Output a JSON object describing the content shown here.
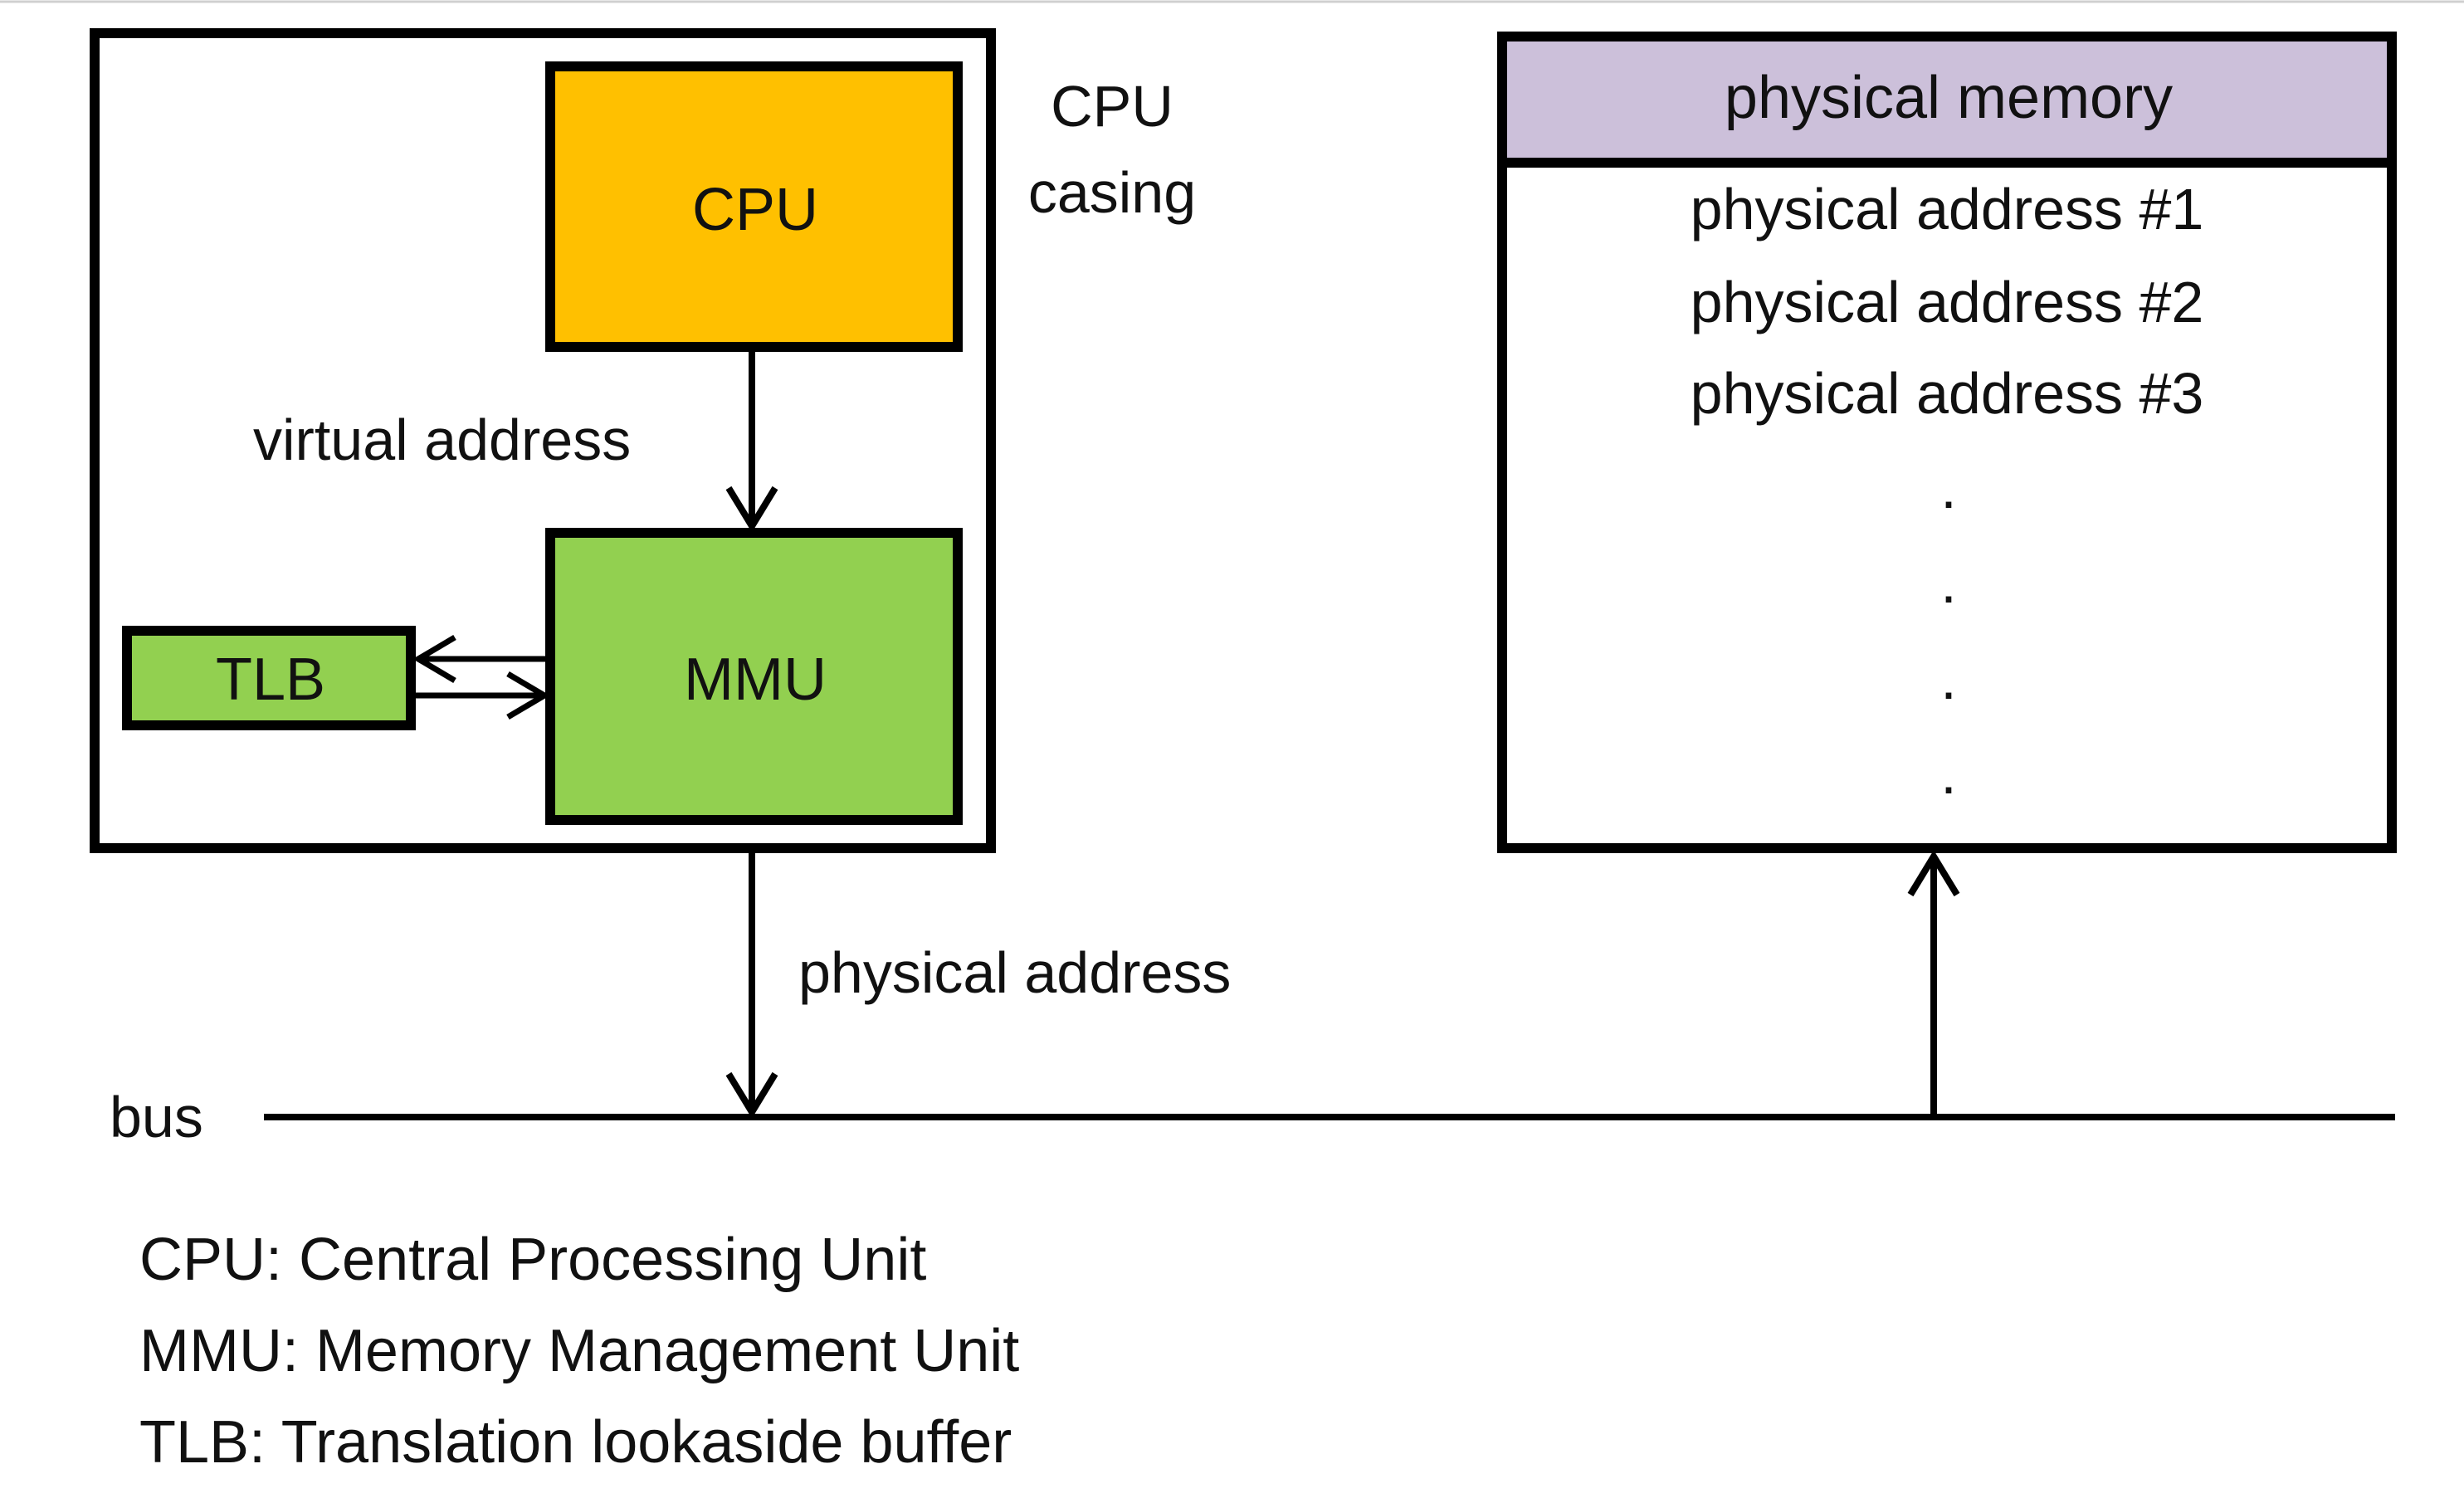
{
  "diagram": {
    "cpu_box": {
      "label": "CPU",
      "fill": "#ffc000"
    },
    "mmu_box": {
      "label": "MMU",
      "fill": "#92d050"
    },
    "tlb_box": {
      "label": "TLB",
      "fill": "#92d050"
    },
    "cpu_casing_label": {
      "line1": "CPU",
      "line2": "casing"
    },
    "virtual_address_label": "virtual address",
    "physical_address_label": "physical address",
    "bus_label": "bus",
    "physical_memory": {
      "header": "physical memory",
      "header_fill": "#ccc0da",
      "entries": [
        "physical address #1",
        "physical address #2",
        "physical address #3"
      ],
      "ellipsis": [
        ".",
        ".",
        ".",
        "."
      ]
    },
    "legend": [
      "CPU: Central Processing Unit",
      "MMU: Memory Management Unit",
      "TLB: Translation lookaside buffer"
    ]
  }
}
